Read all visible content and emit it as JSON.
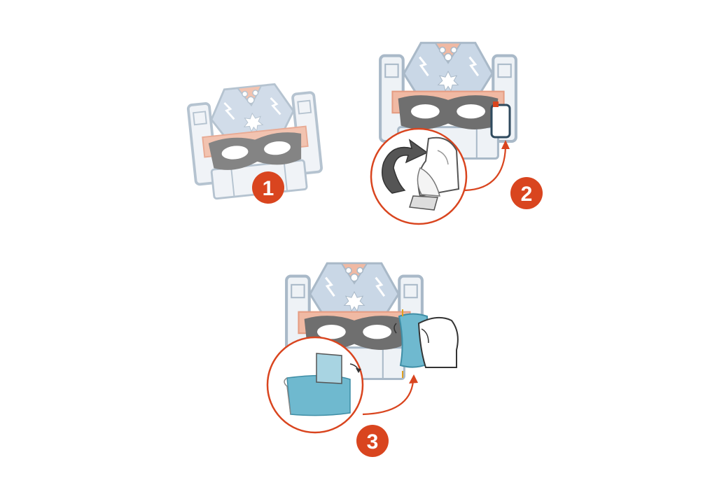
{
  "steps": [
    {
      "number": "1",
      "action": "mask"
    },
    {
      "number": "2",
      "action": "peel-sticker"
    },
    {
      "number": "3",
      "action": "apply-glitter-foil"
    }
  ],
  "colors": {
    "badge": "#d9451f",
    "arrow": "#d9451f",
    "mask_outline": "#a9b9c8",
    "mask_fill": "#eef2f6",
    "mask_blue": "#c9d7e6",
    "mask_salmon": "#f0b9a3",
    "mask_dark": "#6f6f6f",
    "foil": "#6fb9cf"
  },
  "icons": [
    "mask-icon",
    "curved-arrow-icon",
    "finger-icon",
    "sticker-icon",
    "hand-icon",
    "foil-icon"
  ]
}
